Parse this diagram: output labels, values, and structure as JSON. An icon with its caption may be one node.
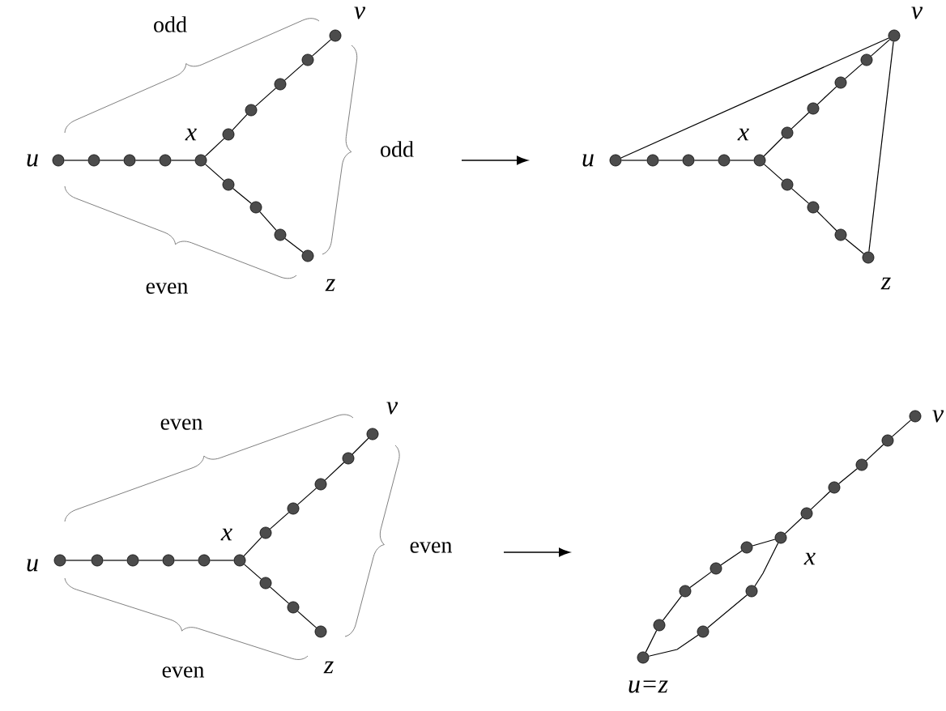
{
  "diagram": {
    "nodes": [
      {
        "text": [],
        "shape": "circle",
        "beside": [
          "u"
        ]
      },
      {
        "text": [],
        "shape": "circle"
      },
      {
        "text": [],
        "shape": "circle"
      },
      {
        "text": [],
        "shape": "circle"
      },
      {
        "text": [],
        "shape": "circle",
        "beside": [
          "x"
        ]
      },
      {
        "text": [],
        "shape": "circle"
      },
      {
        "text": [],
        "shape": "circle"
      },
      {
        "text": [],
        "shape": "circle"
      },
      {
        "text": [],
        "shape": "circle"
      },
      {
        "text": [],
        "shape": "circle",
        "beside": [
          "v"
        ]
      },
      {
        "text": [],
        "shape": "circle"
      },
      {
        "text": [],
        "shape": "circle"
      },
      {
        "text": [],
        "shape": "circle"
      },
      {
        "text": [],
        "shape": "circle",
        "beside": [
          "z"
        ]
      },
      {
        "text": [],
        "shape": "circle",
        "beside": [
          "u"
        ]
      },
      {
        "text": [],
        "shape": "circle"
      },
      {
        "text": [],
        "shape": "circle"
      },
      {
        "text": [],
        "shape": "circle"
      },
      {
        "text": [],
        "shape": "circle",
        "beside": [
          "x"
        ]
      },
      {
        "text": [],
        "shape": "circle"
      },
      {
        "text": [],
        "shape": "circle"
      },
      {
        "text": [],
        "shape": "circle"
      },
      {
        "text": [],
        "shape": "circle"
      },
      {
        "text": [],
        "shape": "circle",
        "beside": [
          "v"
        ]
      },
      {
        "text": [],
        "shape": "circle"
      },
      {
        "text": [],
        "shape": "circle"
      },
      {
        "text": [],
        "shape": "circle"
      },
      {
        "text": [],
        "shape": "circle",
        "beside": [
          "z"
        ]
      },
      {
        "text": [],
        "shape": "circle",
        "beside": [
          "u"
        ]
      },
      {
        "text": [],
        "shape": "circle"
      },
      {
        "text": [],
        "shape": "circle"
      },
      {
        "text": [],
        "shape": "circle"
      },
      {
        "text": [],
        "shape": "circle"
      },
      {
        "text": [],
        "shape": "circle",
        "beside": [
          "x"
        ]
      },
      {
        "text": [],
        "shape": "circle"
      },
      {
        "text": [],
        "shape": "circle"
      },
      {
        "text": [],
        "shape": "circle"
      },
      {
        "text": [],
        "shape": "circle"
      },
      {
        "text": [],
        "shape": "circle",
        "beside": [
          "v"
        ]
      },
      {
        "text": [],
        "shape": "circle"
      },
      {
        "text": [],
        "shape": "circle"
      },
      {
        "text": [],
        "shape": "circle",
        "beside": [
          "z"
        ]
      },
      {
        "text": [],
        "shape": "circle",
        "beside": [
          "v"
        ]
      },
      {
        "text": [],
        "shape": "circle"
      },
      {
        "text": [],
        "shape": "circle"
      },
      {
        "text": [],
        "shape": "circle"
      },
      {
        "text": [],
        "shape": "circle"
      },
      {
        "text": [],
        "shape": "circle",
        "beside": [
          "x"
        ]
      },
      {
        "text": [],
        "shape": "circle"
      },
      {
        "text": [],
        "shape": "circle"
      },
      {
        "text": [],
        "shape": "circle"
      },
      {
        "text": [],
        "shape": "circle"
      },
      {
        "text": [],
        "shape": "circle"
      },
      {
        "text": [],
        "shape": "circle"
      },
      {
        "text": [],
        "shape": "circle",
        "beside": [
          "u=z"
        ]
      }
    ],
    "edges": [
      {
        "from": 0,
        "to": 1,
        "arrow": "none"
      },
      {
        "from": 1,
        "to": 2,
        "arrow": "none"
      },
      {
        "from": 2,
        "to": 3,
        "arrow": "none"
      },
      {
        "from": 3,
        "to": 4,
        "arrow": "none"
      },
      {
        "from": 4,
        "to": 5,
        "arrow": "none"
      },
      {
        "from": 5,
        "to": 6,
        "arrow": "none"
      },
      {
        "from": 6,
        "to": 7,
        "arrow": "none"
      },
      {
        "from": 7,
        "to": 8,
        "arrow": "none"
      },
      {
        "from": 8,
        "to": 9,
        "arrow": "none"
      },
      {
        "from": 4,
        "to": 10,
        "arrow": "none"
      },
      {
        "from": 10,
        "to": 11,
        "arrow": "none"
      },
      {
        "from": 11,
        "to": 12,
        "arrow": "none"
      },
      {
        "from": 12,
        "to": 13,
        "arrow": "none"
      },
      {
        "from": 14,
        "to": 15,
        "arrow": "none"
      },
      {
        "from": 15,
        "to": 16,
        "arrow": "none"
      },
      {
        "from": 16,
        "to": 17,
        "arrow": "none"
      },
      {
        "from": 17,
        "to": 18,
        "arrow": "none"
      },
      {
        "from": 18,
        "to": 19,
        "arrow": "none"
      },
      {
        "from": 19,
        "to": 20,
        "arrow": "none"
      },
      {
        "from": 20,
        "to": 21,
        "arrow": "none"
      },
      {
        "from": 21,
        "to": 22,
        "arrow": "none"
      },
      {
        "from": 22,
        "to": 23,
        "arrow": "none"
      },
      {
        "from": 18,
        "to": 24,
        "arrow": "none"
      },
      {
        "from": 24,
        "to": 25,
        "arrow": "none"
      },
      {
        "from": 25,
        "to": 26,
        "arrow": "none"
      },
      {
        "from": 26,
        "to": 27,
        "arrow": "none"
      },
      {
        "from": 14,
        "to": 23,
        "arrow": "none"
      },
      {
        "from": 23,
        "to": 27,
        "arrow": "none"
      },
      {
        "from": 28,
        "to": 29,
        "arrow": "none"
      },
      {
        "from": 29,
        "to": 30,
        "arrow": "none"
      },
      {
        "from": 30,
        "to": 31,
        "arrow": "none"
      },
      {
        "from": 31,
        "to": 32,
        "arrow": "none"
      },
      {
        "from": 32,
        "to": 33,
        "arrow": "none"
      },
      {
        "from": 33,
        "to": 34,
        "arrow": "none"
      },
      {
        "from": 34,
        "to": 35,
        "arrow": "none"
      },
      {
        "from": 35,
        "to": 36,
        "arrow": "none"
      },
      {
        "from": 36,
        "to": 37,
        "arrow": "none"
      },
      {
        "from": 37,
        "to": 38,
        "arrow": "none"
      },
      {
        "from": 33,
        "to": 39,
        "arrow": "none"
      },
      {
        "from": 39,
        "to": 40,
        "arrow": "none"
      },
      {
        "from": 40,
        "to": 41,
        "arrow": "none"
      },
      {
        "from": 42,
        "to": 43,
        "arrow": "none"
      },
      {
        "from": 43,
        "to": 44,
        "arrow": "none"
      },
      {
        "from": 44,
        "to": 45,
        "arrow": "none"
      },
      {
        "from": 45,
        "to": 46,
        "arrow": "none"
      },
      {
        "from": 46,
        "to": 47,
        "arrow": "none"
      },
      {
        "from": 47,
        "to": 48,
        "arrow": "none"
      },
      {
        "from": 48,
        "to": 49,
        "arrow": "none"
      },
      {
        "from": 49,
        "to": 50,
        "arrow": "none"
      },
      {
        "from": 50,
        "to": 51,
        "arrow": "none"
      },
      {
        "from": 51,
        "to": 54,
        "arrow": "none"
      },
      {
        "from": 47,
        "to": 52,
        "arrow": "none"
      },
      {
        "from": 52,
        "to": 53,
        "arrow": "none"
      },
      {
        "from": 53,
        "to": 54,
        "arrow": "none"
      }
    ],
    "labels": [
      "odd",
      "odd",
      "even",
      "even",
      "even",
      "even"
    ]
  }
}
